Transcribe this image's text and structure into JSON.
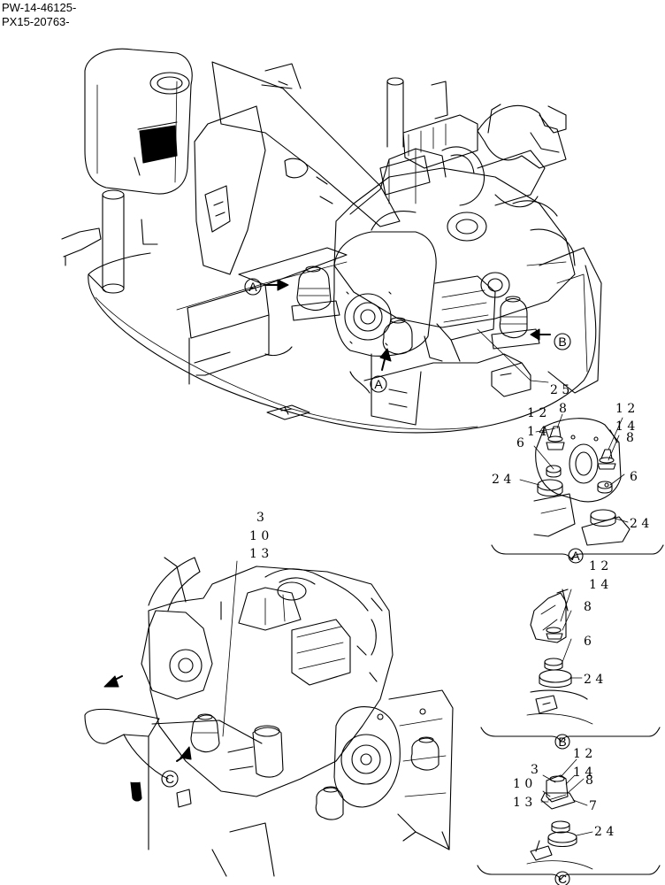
{
  "header": {
    "serial_1": "PW-14-46125-",
    "serial_2": "PX15-20763-"
  },
  "views": {
    "A": "A",
    "B": "B",
    "C": "C"
  },
  "main_view": {
    "callout_25": "2 5",
    "arrow_A_left": "A",
    "arrow_A_bottom": "A",
    "arrow_B": "B"
  },
  "detail_A": {
    "label_12_left": "1 2",
    "label_8_left": "8",
    "label_14_left": "1 4",
    "label_6_left": "6",
    "label_24_left": "2 4",
    "label_12_right": "1 2",
    "label_14_right": "1 4",
    "label_8_right": "8",
    "label_6_right": "6",
    "label_24_right": "2 4"
  },
  "lower_view": {
    "label_3": "3",
    "label_10": "1 0",
    "label_13": "1 3",
    "arrow_C": "C"
  },
  "detail_B": {
    "label_12": "1 2",
    "label_14": "1 4",
    "label_8": "8",
    "label_6": "6",
    "label_24": "2 4"
  },
  "detail_C": {
    "label_12": "1 2",
    "label_14": "1 4",
    "label_3": "3",
    "label_8": "8",
    "label_10": "1 0",
    "label_13": "1 3",
    "label_7": "7",
    "label_24": "2 4"
  }
}
